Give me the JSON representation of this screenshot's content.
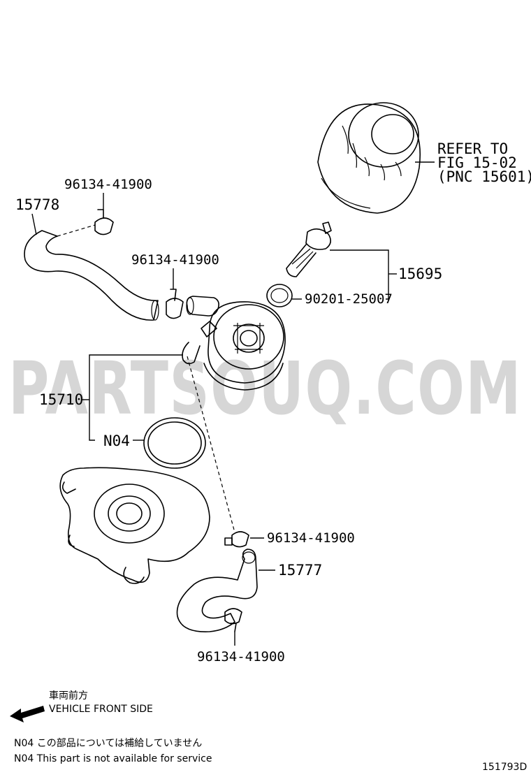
{
  "watermark": "PARTSOUQ.COM",
  "callouts": {
    "refer_line1": "REFER TO",
    "refer_line2": "FIG 15-02",
    "refer_line3": "(PNC 15601)",
    "pnc_15695": "15695",
    "part_90201": "90201-25007",
    "clamp_top": "96134-41900",
    "hose_15778": "15778",
    "clamp_mid": "96134-41900",
    "pnc_15710": "15710",
    "n04": "N04",
    "clamp_lower": "96134-41900",
    "hose_15777": "15777",
    "clamp_bottom": "96134-41900"
  },
  "legend": {
    "direction_jp": "車両前方",
    "direction_en": "VEHICLE FRONT SIDE",
    "note_jp": "N04 この部品については補給していません",
    "note_en": "N04 This part is not available for service"
  },
  "figure_id": "151793D",
  "icons": {
    "arrow": "arrow-left-icon"
  }
}
